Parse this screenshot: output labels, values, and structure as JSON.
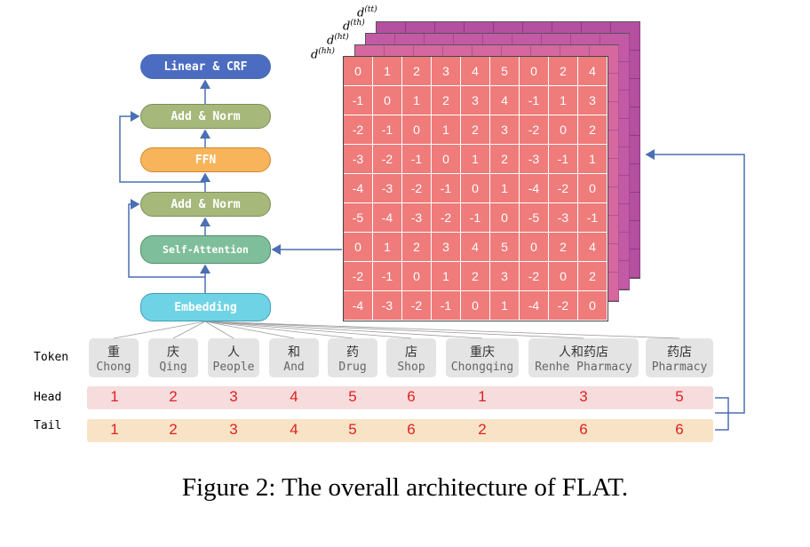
{
  "blocks": {
    "linear": "Linear & CRF",
    "add_norm_top": "Add & Norm",
    "ffn": "FFN",
    "add_norm_bottom": "Add & Norm",
    "self_attention": "Self-Attention",
    "embedding": "Embedding"
  },
  "distance_labels": {
    "tt": "d",
    "tt_sup": "(tt)",
    "th": "d",
    "th_sup": "(th)",
    "ht": "d",
    "ht_sup": "(ht)",
    "hh": "d",
    "hh_sup": "(hh)"
  },
  "matrix": [
    [
      "0",
      "1",
      "2",
      "3",
      "4",
      "5",
      "0",
      "2",
      "4"
    ],
    [
      "-1",
      "0",
      "1",
      "2",
      "3",
      "4",
      "-1",
      "1",
      "3"
    ],
    [
      "-2",
      "-1",
      "0",
      "1",
      "2",
      "3",
      "-2",
      "0",
      "2"
    ],
    [
      "-3",
      "-2",
      "-1",
      "0",
      "1",
      "2",
      "-3",
      "-1",
      "1"
    ],
    [
      "-4",
      "-3",
      "-2",
      "-1",
      "0",
      "1",
      "-4",
      "-2",
      "0"
    ],
    [
      "-5",
      "-4",
      "-3",
      "-2",
      "-1",
      "0",
      "-5",
      "-3",
      "-1"
    ],
    [
      "0",
      "1",
      "2",
      "3",
      "4",
      "5",
      "0",
      "2",
      "4"
    ],
    [
      "-2",
      "-1",
      "0",
      "1",
      "2",
      "3",
      "-2",
      "0",
      "2"
    ],
    [
      "-4",
      "-3",
      "-2",
      "-1",
      "0",
      "1",
      "-4",
      "-2",
      "0"
    ]
  ],
  "row_labels": {
    "token": "Token",
    "head": "Head",
    "tail": "Tail"
  },
  "tokens": [
    {
      "zh": "重",
      "en": "Chong"
    },
    {
      "zh": "庆",
      "en": "Qing"
    },
    {
      "zh": "人",
      "en": "People"
    },
    {
      "zh": "和",
      "en": "And"
    },
    {
      "zh": "药",
      "en": "Drug"
    },
    {
      "zh": "店",
      "en": "Shop"
    },
    {
      "zh": "重庆",
      "en": "Chongqing"
    },
    {
      "zh": "人和药店",
      "en": "Renhe Pharmacy"
    },
    {
      "zh": "药店",
      "en": "Pharmacy"
    }
  ],
  "head": [
    "1",
    "2",
    "3",
    "4",
    "5",
    "6",
    "1",
    "3",
    "5"
  ],
  "tail": [
    "1",
    "2",
    "3",
    "4",
    "5",
    "6",
    "2",
    "6",
    "6"
  ],
  "caption": "Figure 2: The overall architecture of FLAT.",
  "colors": {
    "matrix_front": "#ef7b7b",
    "matrix_back": "#b54fa0",
    "arrow": "#4a6fb3",
    "numbers": "#e02020"
  }
}
